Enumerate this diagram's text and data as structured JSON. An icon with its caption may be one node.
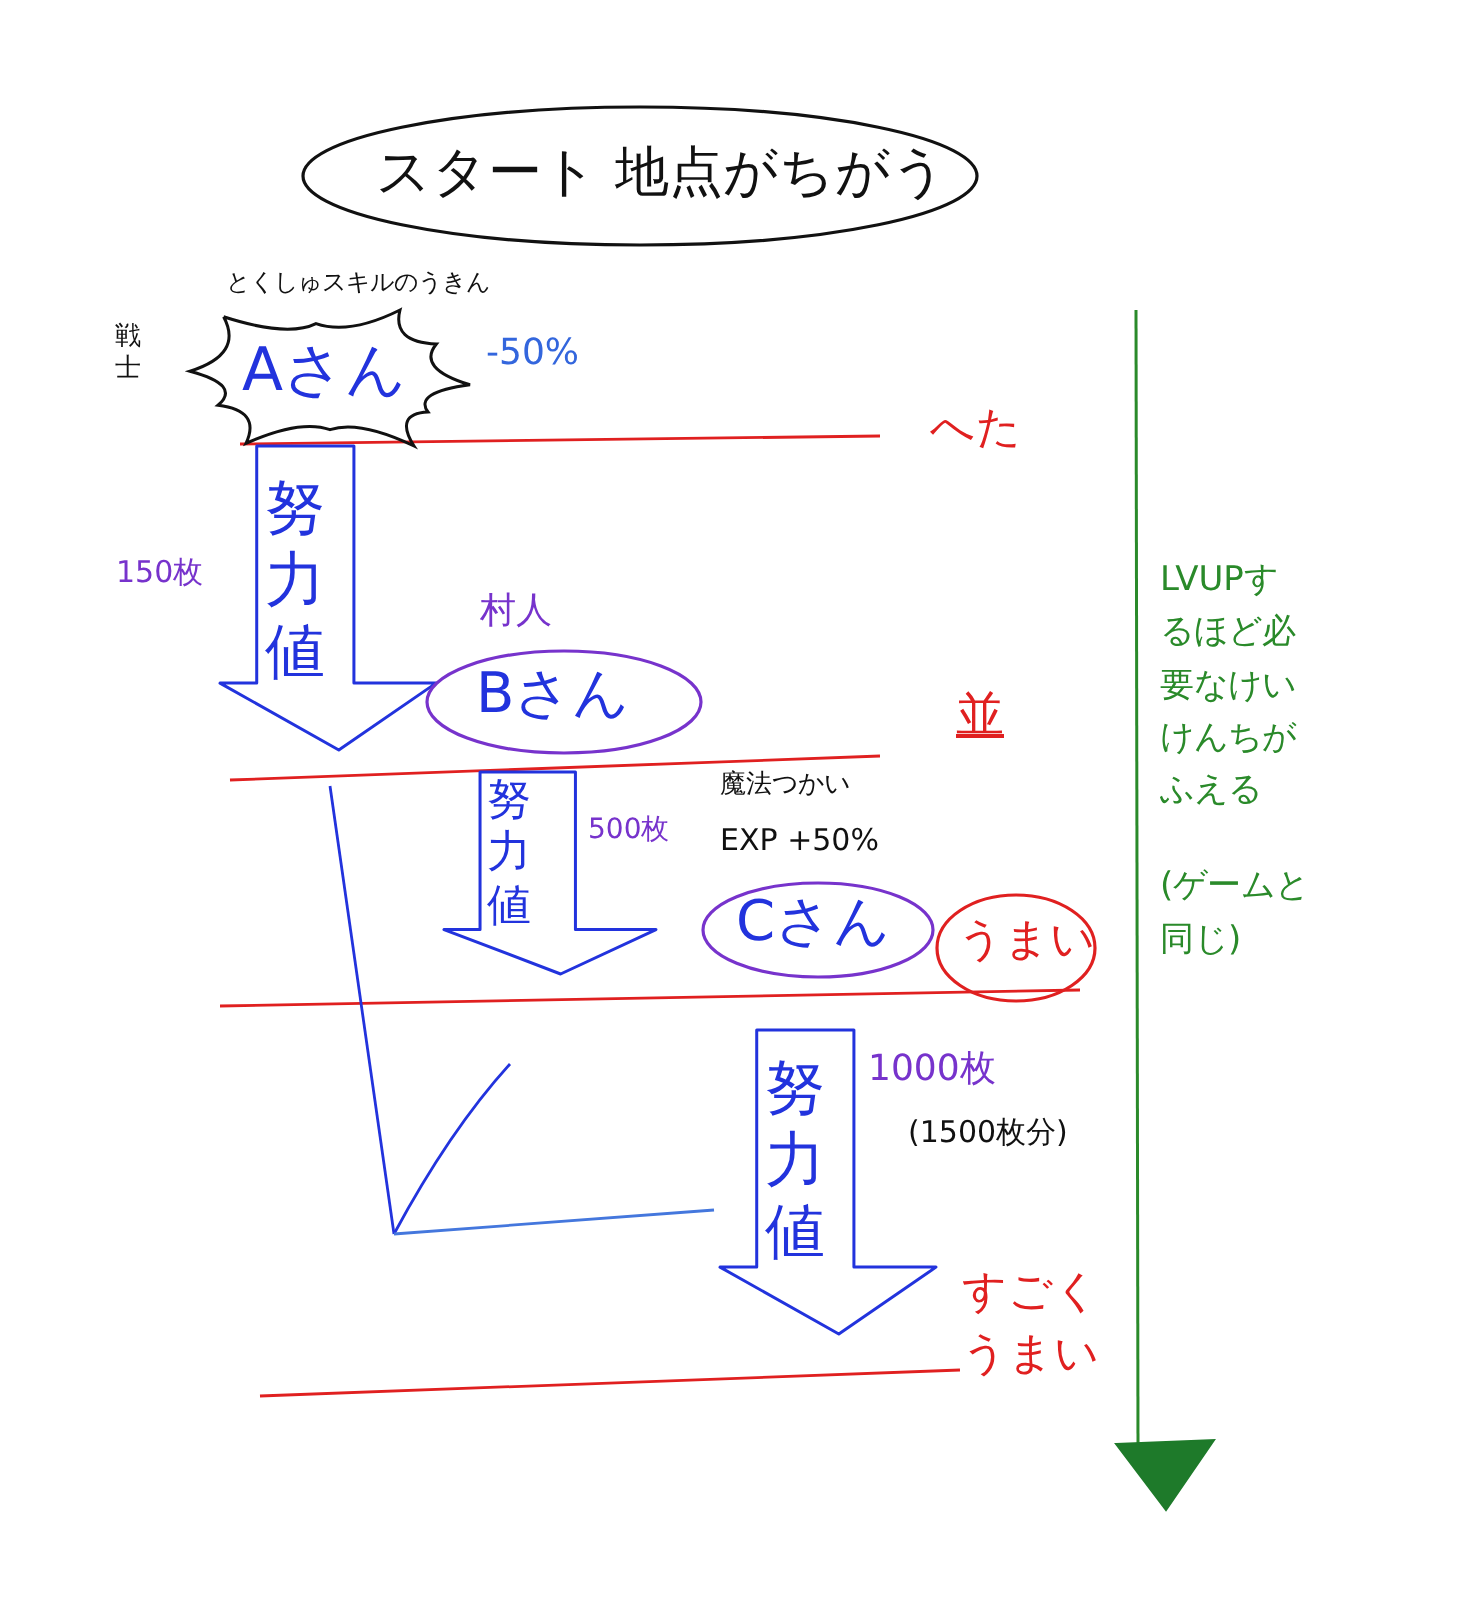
{
  "diagram": {
    "nodes": [
      {
        "text": [
          "スタート 地点がちがう"
        ]
      },
      {
        "text": [
          "とくしゅスキルのうきん",
          "Aさん"
        ],
        "beside": [
          "戦士",
          "-50%"
        ]
      },
      {
        "text": [
          "村人",
          "Bさん"
        ]
      },
      {
        "text": [
          "魔法つかい",
          "EXP +50%",
          "Cさん"
        ]
      },
      {
        "text": [
          "うまい"
        ]
      }
    ],
    "edges": [
      {
        "from": 1,
        "to": 2,
        "arrow": "to",
        "label": "努力値"
      },
      {
        "from": 2,
        "to": 3,
        "arrow": "to",
        "label": "努力値"
      },
      {
        "from": 3,
        "to": null,
        "arrow": "to",
        "label": "努力値"
      }
    ],
    "labels": [
      "へた",
      "150枚",
      "並",
      "500枚",
      "1000枚",
      "(1500枚分)",
      "すごくうまい",
      "LVUPするほど必要なけいけんちがふえる",
      "(ゲームと同じ)"
    ]
  }
}
